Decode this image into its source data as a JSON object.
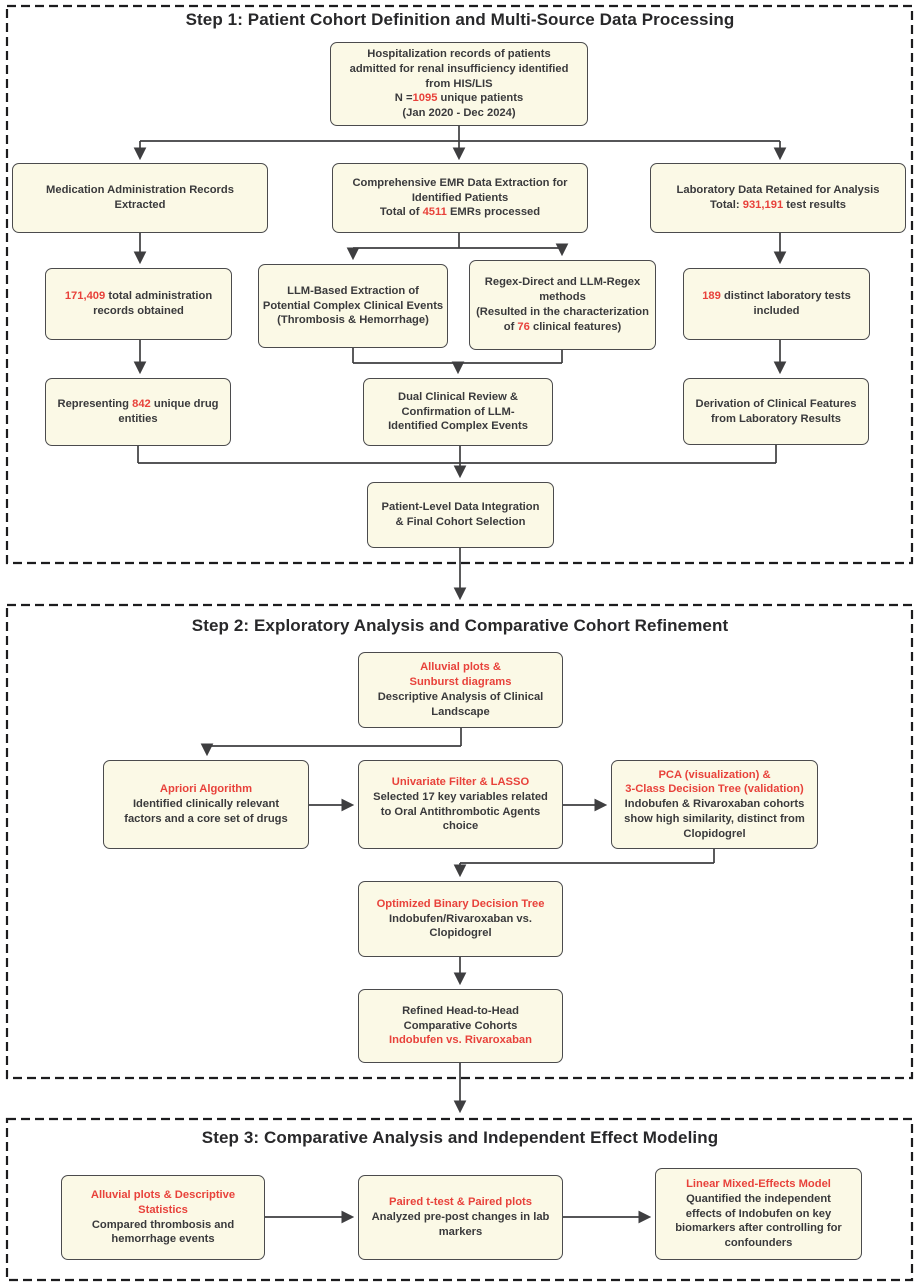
{
  "figure": {
    "type": "flowchart",
    "description": "Three-step study workflow diagram"
  },
  "colors": {
    "background": "#ffffff",
    "box_fill": "#fbf9e6",
    "box_border": "#4b4b4d",
    "text_dark": "#3a3a3c",
    "accent_red": "#e8423b",
    "line": "#3e3e40",
    "container_border": "#1c1c1e",
    "title": "#28282a"
  },
  "steps": [
    {
      "id": "step1",
      "title": "Step 1: Patient Cohort Definition and Multi-Source Data Processing"
    },
    {
      "id": "step2",
      "title": "Step 2: Exploratory Analysis and Comparative Cohort Refinement"
    },
    {
      "id": "step3",
      "title": "Step 3: Comparative Analysis and Independent Effect Modeling"
    }
  ],
  "boxes": {
    "hospitalization": {
      "lines": [
        [
          {
            "t": "Hospitalization records of patients"
          }
        ],
        [
          {
            "t": "admitted for renal insufficiency identified"
          }
        ],
        [
          {
            "t": "from HIS/LIS"
          }
        ],
        [
          {
            "t": "N ="
          },
          {
            "t": "1095",
            "red": true
          },
          {
            "t": " unique patients"
          }
        ],
        [
          {
            "t": "(Jan 2020 - Dec 2024)"
          }
        ]
      ]
    },
    "medication": {
      "lines": [
        [
          {
            "t": "Medication Administration Records"
          }
        ],
        [
          {
            "t": "Extracted"
          }
        ]
      ]
    },
    "emr": {
      "lines": [
        [
          {
            "t": "Comprehensive EMR Data Extraction for"
          }
        ],
        [
          {
            "t": "Identified Patients"
          }
        ],
        [
          {
            "t": "Total of "
          },
          {
            "t": "4511",
            "red": true
          },
          {
            "t": " EMRs processed"
          }
        ]
      ]
    },
    "laboratory": {
      "lines": [
        [
          {
            "t": "Laboratory Data Retained for Analysis"
          }
        ],
        [
          {
            "t": "Total: "
          },
          {
            "t": "931,191",
            "red": true
          },
          {
            "t": " test results"
          }
        ]
      ]
    },
    "admin_records": {
      "lines": [
        [
          {
            "t": "171,409",
            "red": true
          },
          {
            "t": " total administration"
          }
        ],
        [
          {
            "t": "records obtained"
          }
        ]
      ]
    },
    "llm_extraction": {
      "lines": [
        [
          {
            "t": "LLM-Based Extraction of"
          }
        ],
        [
          {
            "t": "Potential Complex Clinical Events"
          }
        ],
        [
          {
            "t": "(Thrombosis & Hemorrhage)"
          }
        ]
      ]
    },
    "regex_methods": {
      "lines": [
        [
          {
            "t": "Regex-Direct and LLM-Regex"
          }
        ],
        [
          {
            "t": "methods"
          }
        ],
        [
          {
            "t": "(Resulted in the characterization"
          }
        ],
        [
          {
            "t": "of "
          },
          {
            "t": "76",
            "red": true
          },
          {
            "t": " clinical features)"
          }
        ]
      ]
    },
    "lab_tests": {
      "lines": [
        [
          {
            "t": "189",
            "red": true
          },
          {
            "t": " distinct laboratory tests"
          }
        ],
        [
          {
            "t": "included"
          }
        ]
      ]
    },
    "drug_entities": {
      "lines": [
        [
          {
            "t": "Representing "
          },
          {
            "t": "842",
            "red": true
          },
          {
            "t": " unique drug"
          }
        ],
        [
          {
            "t": "entities"
          }
        ]
      ]
    },
    "dual_review": {
      "lines": [
        [
          {
            "t": "Dual Clinical Review &"
          }
        ],
        [
          {
            "t": "Confirmation of LLM-"
          }
        ],
        [
          {
            "t": "Identified Complex Events"
          }
        ]
      ]
    },
    "derivation": {
      "lines": [
        [
          {
            "t": "Derivation of Clinical Features"
          }
        ],
        [
          {
            "t": "from Laboratory Results"
          }
        ]
      ]
    },
    "integration": {
      "lines": [
        [
          {
            "t": "Patient-Level Data Integration"
          }
        ],
        [
          {
            "t": "& Final Cohort Selection"
          }
        ]
      ]
    },
    "alluvial_sunburst": {
      "lines": [
        [
          {
            "t": "Alluvial plots &",
            "red": true
          }
        ],
        [
          {
            "t": "Sunburst diagrams",
            "red": true
          }
        ],
        [
          {
            "t": "Descriptive Analysis of Clinical"
          }
        ],
        [
          {
            "t": "Landscape"
          }
        ]
      ]
    },
    "apriori": {
      "lines": [
        [
          {
            "t": "Apriori Algorithm",
            "red": true
          }
        ],
        [
          {
            "t": "Identified clinically relevant"
          }
        ],
        [
          {
            "t": "factors and a core set of drugs"
          }
        ]
      ]
    },
    "lasso": {
      "lines": [
        [
          {
            "t": "Univariate Filter & LASSO",
            "red": true
          }
        ],
        [
          {
            "t": "Selected 17 key variables related"
          }
        ],
        [
          {
            "t": "to Oral Antithrombotic Agents"
          }
        ],
        [
          {
            "t": "choice"
          }
        ]
      ]
    },
    "pca": {
      "lines": [
        [
          {
            "t": "PCA (visualization) &",
            "red": true
          }
        ],
        [
          {
            "t": "3-Class Decision Tree (validation)",
            "red": true
          }
        ],
        [
          {
            "t": "Indobufen & Rivaroxaban cohorts"
          }
        ],
        [
          {
            "t": "show high similarity, distinct from"
          }
        ],
        [
          {
            "t": "Clopidogrel"
          }
        ]
      ]
    },
    "binary_tree": {
      "lines": [
        [
          {
            "t": "Optimized Binary Decision Tree",
            "red": true
          }
        ],
        [
          {
            "t": "Indobufen/Rivaroxaban vs."
          }
        ],
        [
          {
            "t": "Clopidogrel"
          }
        ]
      ]
    },
    "refined_cohorts": {
      "lines": [
        [
          {
            "t": "Refined Head-to-Head"
          }
        ],
        [
          {
            "t": "Comparative Cohorts"
          }
        ],
        [
          {
            "t": "Indobufen vs. Rivaroxaban",
            "red": true
          }
        ]
      ]
    },
    "s3_descriptive": {
      "lines": [
        [
          {
            "t": "Alluvial plots & Descriptive",
            "red": true
          }
        ],
        [
          {
            "t": "Statistics",
            "red": true
          }
        ],
        [
          {
            "t": "Compared thrombosis and"
          }
        ],
        [
          {
            "t": "hemorrhage events"
          }
        ]
      ]
    },
    "s3_paired": {
      "lines": [
        [
          {
            "t": "Paired t-test & Paired plots",
            "red": true
          }
        ],
        [
          {
            "t": "Analyzed pre-post changes in lab"
          }
        ],
        [
          {
            "t": "markers"
          }
        ]
      ]
    },
    "s3_lmm": {
      "lines": [
        [
          {
            "t": "Linear Mixed-Effects Model",
            "red": true
          }
        ],
        [
          {
            "t": "Quantified the independent"
          }
        ],
        [
          {
            "t": "effects of Indobufen on key"
          }
        ],
        [
          {
            "t": "biomarkers after controlling for"
          }
        ],
        [
          {
            "t": "confounders"
          }
        ]
      ]
    }
  }
}
